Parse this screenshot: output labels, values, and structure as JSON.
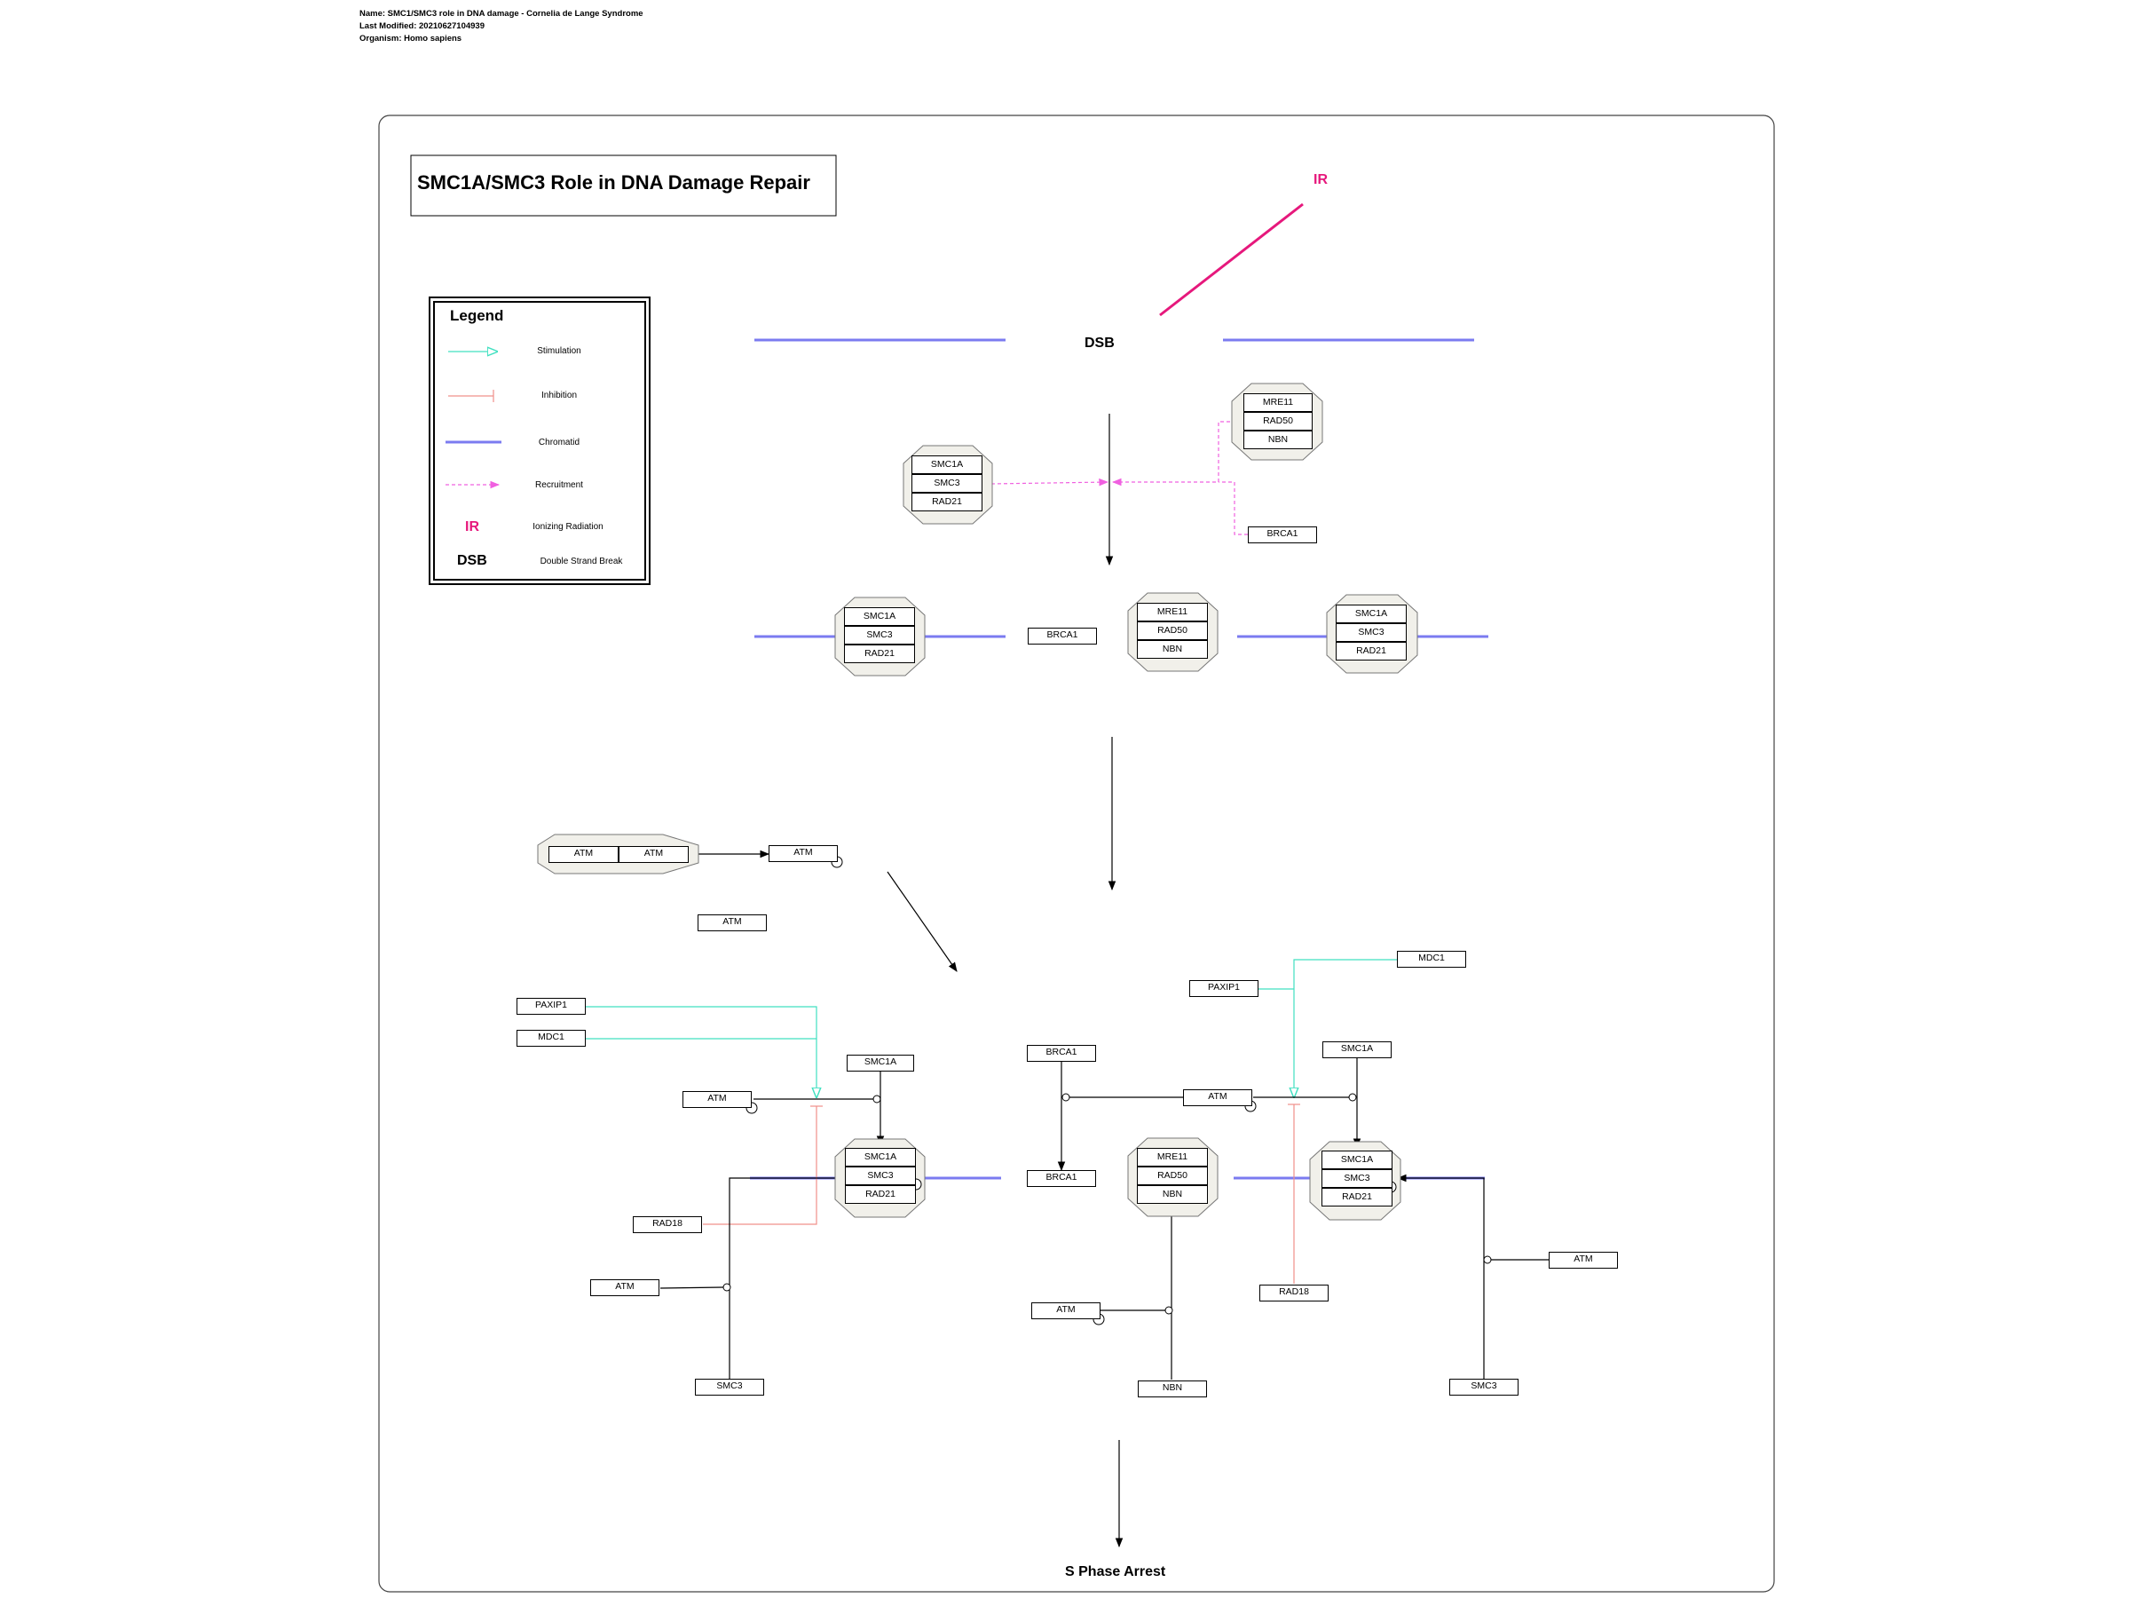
{
  "meta": {
    "name": "Name: SMC1/SMC3 role in DNA damage - Cornelia de Lange Syndrome",
    "modified": "Last Modified: 20210627104939",
    "organism": "Organism: Homo sapiens"
  },
  "title": "SMC1A/SMC3 Role in DNA Damage Repair",
  "legend": {
    "title": "Legend",
    "stimulation": "Stimulation",
    "inhibition": "Inhibition",
    "chromatid": "Chromatid",
    "recruitment": "Recruitment",
    "ir_glyph": "IR",
    "ir_text": "Ionizing Radiation",
    "dsb_glyph": "DSB",
    "dsb_text": "Double Strand Break"
  },
  "labels": {
    "ir": "IR",
    "dsb": "DSB",
    "s_phase": "S Phase Arrest"
  },
  "colors": {
    "stimulation": "#40e0c0",
    "inhibition": "#f0908a",
    "chromatid": "#7b7bf0",
    "recruitment": "#f060e0",
    "ir": "#e6187c",
    "complex_fill": "#f1f0ea"
  },
  "genes": {
    "smc1a": "SMC1A",
    "smc3": "SMC3",
    "rad21": "RAD21",
    "mre11": "MRE11",
    "rad50": "RAD50",
    "nbn": "NBN",
    "brca1": "BRCA1",
    "atm": "ATM",
    "paxip1": "PAXIP1",
    "mdc1": "MDC1",
    "rad18": "RAD18"
  }
}
